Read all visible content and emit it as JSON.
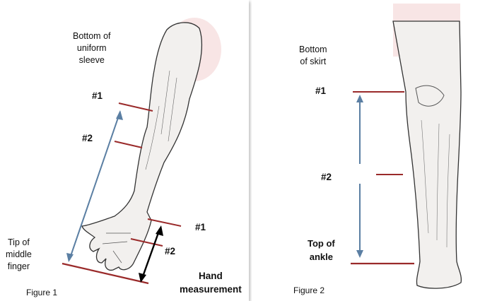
{
  "figure1": {
    "caption": "Figure 1",
    "labels": {
      "sleeve": "Bottom of\nuniform\nsleeve",
      "tip": "Tip of\nmiddle\nfinger",
      "hand": "Hand\nmeasurement",
      "n1_arm": "#1",
      "n2_arm": "#2",
      "n1_hand": "#1",
      "n2_hand": "#2"
    }
  },
  "figure2": {
    "caption": "Figure 2",
    "labels": {
      "skirt": "Bottom\nof skirt",
      "ankle": "Top of\nankle",
      "n1": "#1",
      "n2": "#2"
    }
  },
  "colors": {
    "measure_line": "#9a2a2a",
    "arrow": "#5b7fa3",
    "hand_arrow": "#000000"
  }
}
